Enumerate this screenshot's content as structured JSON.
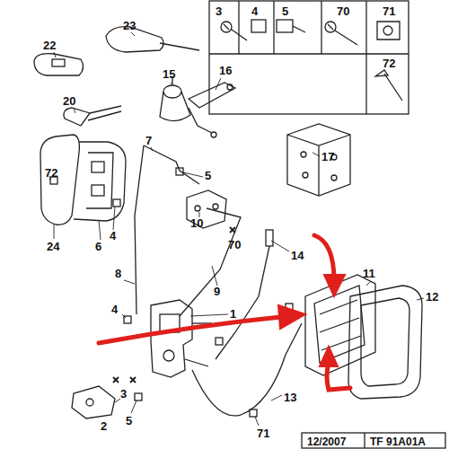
{
  "diagram": {
    "labels": [
      "23",
      "22",
      "20",
      "15",
      "16",
      "3",
      "4",
      "5",
      "70",
      "71",
      "72",
      "17",
      "7",
      "5",
      "72",
      "24",
      "6",
      "4",
      "10",
      "70",
      "8",
      "9",
      "14",
      "11",
      "12",
      "4",
      "1",
      "3",
      "2",
      "5",
      "13",
      "71",
      "12/2007",
      "TF 91A01A"
    ]
  }
}
